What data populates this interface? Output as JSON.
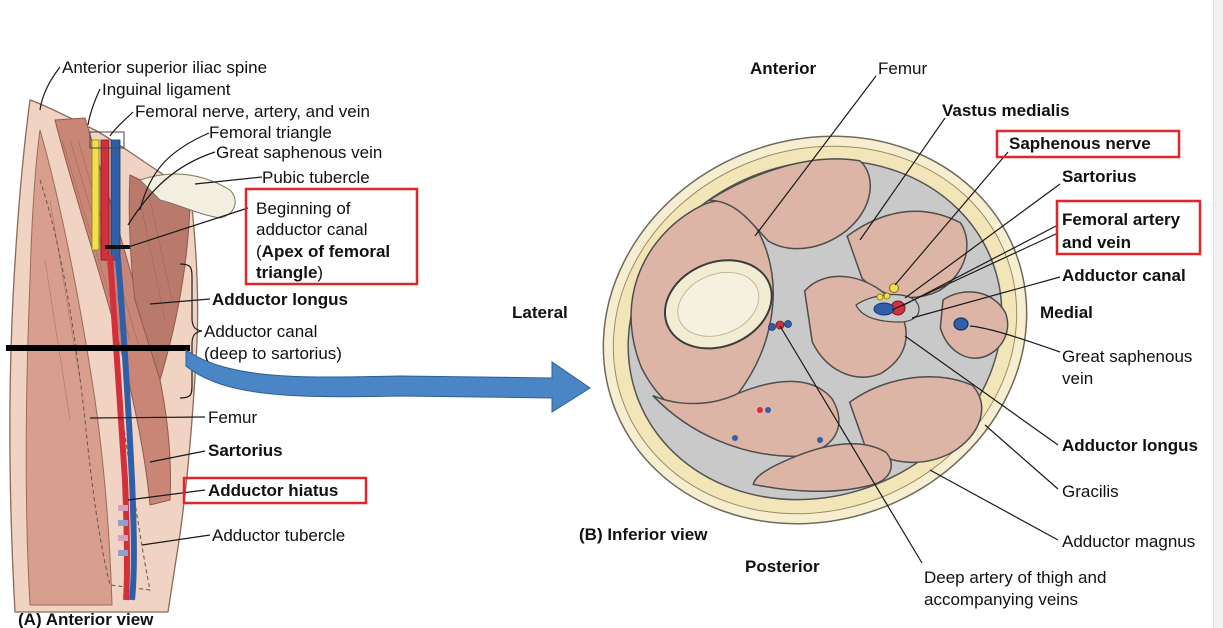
{
  "colors": {
    "highlight": "#e0262b",
    "muscle": "#dcb5a6",
    "fascia": "#eae0b8",
    "artery": "#d2303a",
    "vein": "#2f5fa8",
    "nerve": "#f2e04a",
    "arrow": "#4a86c5"
  },
  "panel_a": {
    "caption": "(A) Anterior view",
    "labels": {
      "asis": "Anterior superior iliac spine",
      "inguinal_ligament": "Inguinal ligament",
      "femoral_nav": "Femoral nerve, artery, and vein",
      "femoral_triangle": "Femoral triangle",
      "great_saphenous": "Great saphenous vein",
      "pubic_tubercle": "Pubic tubercle",
      "beginning_line1": "Beginning of",
      "beginning_line2": "adductor canal",
      "apex_open": "(",
      "apex_bold_1": "Apex of femoral",
      "apex_bold_2": "triangle",
      "apex_close": ")",
      "adductor_longus": "Adductor longus",
      "adductor_canal_1": "Adductor canal",
      "adductor_canal_2": "(deep to sartorius)",
      "femur": "Femur",
      "sartorius": "Sartorius",
      "adductor_hiatus": "Adductor hiatus",
      "adductor_tubercle": "Adductor tubercle"
    }
  },
  "panel_b": {
    "caption": "(B) Inferior view",
    "orientation": {
      "anterior": "Anterior",
      "posterior": "Posterior",
      "lateral": "Lateral",
      "medial": "Medial"
    },
    "labels": {
      "femur": "Femur",
      "vastus_medialis": "Vastus medialis",
      "saphenous_nerve": "Saphenous nerve",
      "sartorius": "Sartorius",
      "femoral_av_1": "Femoral artery",
      "femoral_av_2": "and vein",
      "adductor_canal": "Adductor canal",
      "great_saphenous_1": "Great saphenous",
      "great_saphenous_2": "vein",
      "adductor_longus": "Adductor longus",
      "gracilis": "Gracilis",
      "adductor_magnus": "Adductor magnus",
      "deep_artery_1": "Deep artery of thigh and",
      "deep_artery_2": "accompanying veins"
    }
  }
}
